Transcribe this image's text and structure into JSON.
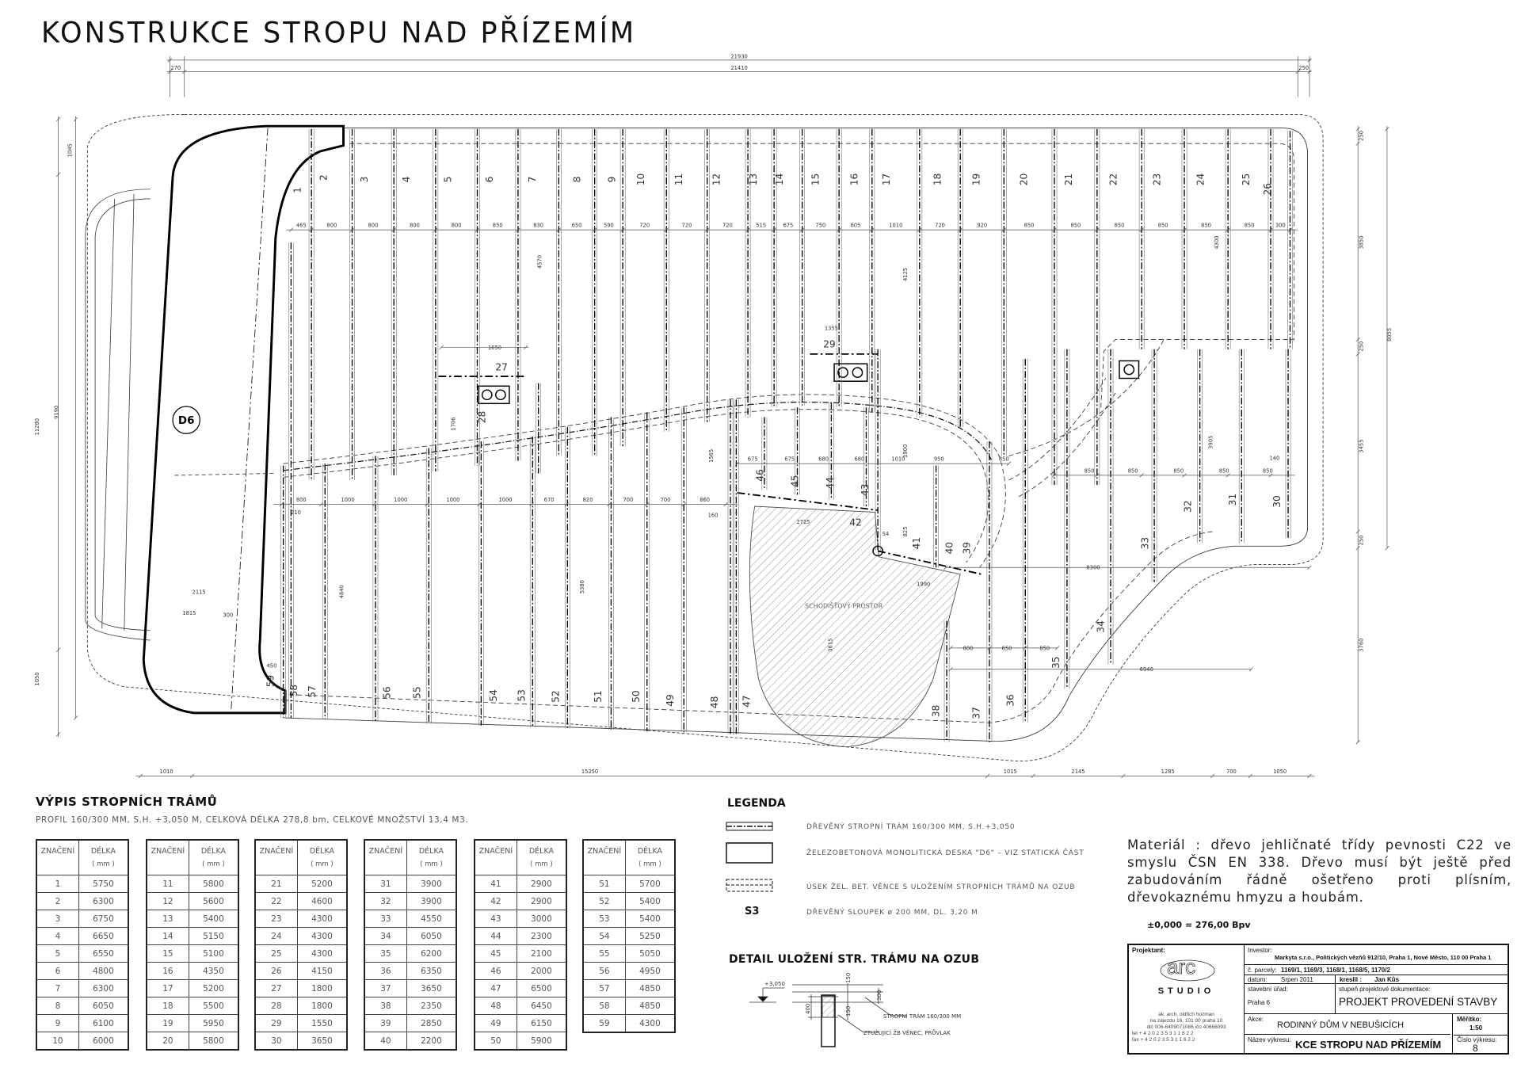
{
  "title": "KONSTRUKCE STROPU NAD PŘÍZEMÍM",
  "plan": {
    "overall_dims": {
      "total": "21930",
      "inner": "21410",
      "left": "270",
      "right": "250"
    },
    "top_beam_labels": [
      "1",
      "2",
      "3",
      "4",
      "5",
      "6",
      "7",
      "8",
      "9",
      "10",
      "11",
      "12",
      "13",
      "14",
      "15",
      "16",
      "17",
      "18",
      "19",
      "20",
      "21",
      "22",
      "23",
      "24",
      "25",
      "26"
    ],
    "bottom_beam_labels": [
      "27",
      "28",
      "29",
      "30",
      "31",
      "32",
      "33",
      "34",
      "35",
      "36",
      "37",
      "38",
      "39",
      "40",
      "41",
      "42",
      "43",
      "44",
      "45",
      "46",
      "47",
      "48",
      "49",
      "50",
      "51",
      "52",
      "53",
      "54",
      "55",
      "56",
      "57",
      "58",
      "59"
    ],
    "top_spacing_dims": [
      "465",
      "800",
      "800",
      "800",
      "800",
      "850",
      "830",
      "650",
      "590",
      "720",
      "720",
      "720",
      "515",
      "675",
      "750",
      "605",
      "1010",
      "720",
      "920",
      "850",
      "850",
      "850",
      "850",
      "850",
      "850",
      "300"
    ],
    "mid_spacing_dims": [
      "800",
      "1000",
      "1000",
      "1000",
      "1000",
      "670",
      "820",
      "700",
      "700",
      "860"
    ],
    "upper_mid_dims": [
      "675",
      "675",
      "680",
      "680",
      "1010",
      "950",
      "850"
    ],
    "right_mid_dims": [
      "850",
      "850",
      "850",
      "850",
      "850",
      "140"
    ],
    "bottom_dims": [
      "1010",
      "15250",
      "1015",
      "2145",
      "1285",
      "700",
      "1050"
    ],
    "right_dims": [
      "250",
      "3850",
      "8055",
      "250",
      "3455",
      "250",
      "3760"
    ],
    "left_dims": [
      "1045",
      "11280",
      "9190",
      "1050"
    ],
    "other_dims": [
      "1650",
      "1706",
      "4570",
      "1565",
      "1355",
      "1900",
      "4125",
      "825",
      "2725",
      "1990",
      "160",
      "210",
      "5380",
      "4840",
      "3615",
      "2115",
      "1815",
      "300",
      "450",
      "8300",
      "6940",
      "800",
      "650",
      "850",
      "4300",
      "3905"
    ],
    "column_label": "S4",
    "stair_label": "SCHODIŠŤOVÝ PROSTOR",
    "slab_label": "D6"
  },
  "beam_list": {
    "title": "VÝPIS STROPNÍCH TRÁMŮ",
    "subtitle": "PROFIL 160/300 MM, S.H. +3,050 M, CELKOVÁ DÉLKA 278,8 bm, CELKOVÉ MNOŽSTVÍ 13,4 M3.",
    "col_mark": "ZNAČENÍ",
    "col_length": "DÉLKA",
    "col_unit": "( mm )",
    "rows": [
      [
        "1",
        "5750"
      ],
      [
        "2",
        "6300"
      ],
      [
        "3",
        "6750"
      ],
      [
        "4",
        "6650"
      ],
      [
        "5",
        "6550"
      ],
      [
        "6",
        "4800"
      ],
      [
        "7",
        "6300"
      ],
      [
        "8",
        "6050"
      ],
      [
        "9",
        "6100"
      ],
      [
        "10",
        "6000"
      ],
      [
        "11",
        "5800"
      ],
      [
        "12",
        "5600"
      ],
      [
        "13",
        "5400"
      ],
      [
        "14",
        "5150"
      ],
      [
        "15",
        "5100"
      ],
      [
        "16",
        "4350"
      ],
      [
        "17",
        "5200"
      ],
      [
        "18",
        "5500"
      ],
      [
        "19",
        "5950"
      ],
      [
        "20",
        "5800"
      ],
      [
        "21",
        "5200"
      ],
      [
        "22",
        "4600"
      ],
      [
        "23",
        "4300"
      ],
      [
        "24",
        "4300"
      ],
      [
        "25",
        "4300"
      ],
      [
        "26",
        "4150"
      ],
      [
        "27",
        "1800"
      ],
      [
        "28",
        "1800"
      ],
      [
        "29",
        "1550"
      ],
      [
        "30",
        "3650"
      ],
      [
        "31",
        "3900"
      ],
      [
        "32",
        "3900"
      ],
      [
        "33",
        "4550"
      ],
      [
        "34",
        "6050"
      ],
      [
        "35",
        "6200"
      ],
      [
        "36",
        "6350"
      ],
      [
        "37",
        "3650"
      ],
      [
        "38",
        "2350"
      ],
      [
        "39",
        "2850"
      ],
      [
        "40",
        "2200"
      ],
      [
        "41",
        "2900"
      ],
      [
        "42",
        "2900"
      ],
      [
        "43",
        "3000"
      ],
      [
        "44",
        "2300"
      ],
      [
        "45",
        "2100"
      ],
      [
        "46",
        "2000"
      ],
      [
        "47",
        "6500"
      ],
      [
        "48",
        "6450"
      ],
      [
        "49",
        "6150"
      ],
      [
        "50",
        "5900"
      ],
      [
        "51",
        "5700"
      ],
      [
        "52",
        "5400"
      ],
      [
        "53",
        "5400"
      ],
      [
        "54",
        "5250"
      ],
      [
        "55",
        "5050"
      ],
      [
        "56",
        "4950"
      ],
      [
        "57",
        "4850"
      ],
      [
        "58",
        "4850"
      ],
      [
        "59",
        "4300"
      ]
    ]
  },
  "legend": {
    "title": "LEGENDA",
    "items": [
      "DŘEVĚNÝ STROPNÍ TRÁM 160/300 MM, S.H.+3,050",
      "ŽELEZOBETONOVÁ MONOLITICKÁ DESKA \"D6\" – VIZ STATICKÁ ČÁST",
      "ÚSEK ŽEL. BET. VĚNCE S ULOŽENÍM STROPNÍCH TRÁMŮ NA OZUB",
      "DŘEVĚNÝ SLOUPEK ø 200 MM, DL. 3,20 M"
    ],
    "s3_symbol": "S3"
  },
  "detail": {
    "title": "DETAIL ULOŽENÍ STR. TRÁMU NA OZUB",
    "level": "+3,050",
    "dims": [
      "150",
      "300",
      "400",
      "150"
    ],
    "beam_note": "STROPNÍ TRÁM 160/300 MM",
    "ring_note": "ZTUŽUJÍCÍ ŽB VĚNEC, PRŮVLAK"
  },
  "material_note": "Materiál : dřevo jehličnaté třídy pevnosti C22 ve smyslu ČSN EN 338. Dřevo musí být ještě před zabudováním řádně ošetřeno proti plísním, dřevokaznému hmyzu a houbám.",
  "datum_level": "±0,000 = 276,00 Bpv",
  "title_block": {
    "designer_label": "Projektant:",
    "logo_text": "arc",
    "studio": "STUDIO",
    "address": [
      "ak. arch. oldřich hozman",
      "na zájezdu 16, 101 00 praha 10",
      "dič 006-6409071086 ičo 40666093",
      "tel  + 4 2 0   2 3 5   3 1   1 6   2 2",
      "fax  + 4 2 0   2 3 5   3 1   1 6   2 2"
    ],
    "investor_label": "Investor:",
    "investor": "Markyta s.r.o., Politických vězňů 912/10, Praha 1, Nové Město, 110 00 Praha 1",
    "parcels_label": "č. parcely:",
    "parcels": "1169/1, 1169/3, 1168/1, 1168/5, 1170/2",
    "date_label": "datum:",
    "date": "Srpen 2011",
    "drawn_label": "kreslil :",
    "drawn": "Jan Kůs",
    "authority_label": "stavební úřad:",
    "authority": "Praha 6",
    "stage_label": "stupeň projektové dokumentace:",
    "stage": "PROJEKT PROVEDENÍ STAVBY",
    "action_label": "Akce:",
    "action": "RODINNÝ DŮM V NEBUŠICÍCH",
    "scale_label": "Měřítko:",
    "scale": "1:50",
    "drawing_name_label": "Název výkresu:",
    "drawing_name": "KCE STROPU NAD PŘÍZEMÍM",
    "drawing_no_label": "Číslo výkresu:",
    "drawing_no": "8"
  }
}
